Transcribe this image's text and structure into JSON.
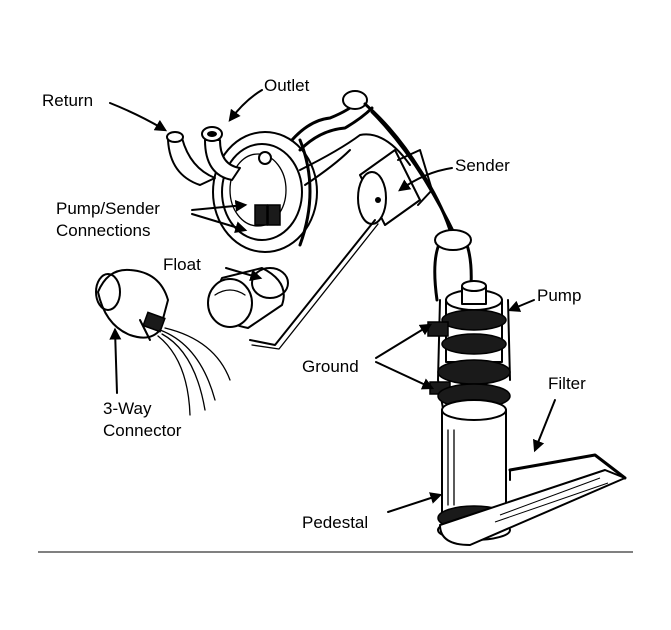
{
  "labels": {
    "return": "Return",
    "outlet": "Outlet",
    "sender": "Sender",
    "pump_sender_line1": "Pump/Sender",
    "pump_sender_line2": "Connections",
    "float": "Float",
    "pump": "Pump",
    "ground": "Ground",
    "filter": "Filter",
    "connector_line1": "3-Way",
    "connector_line2": "Connector",
    "pedestal": "Pedestal"
  }
}
